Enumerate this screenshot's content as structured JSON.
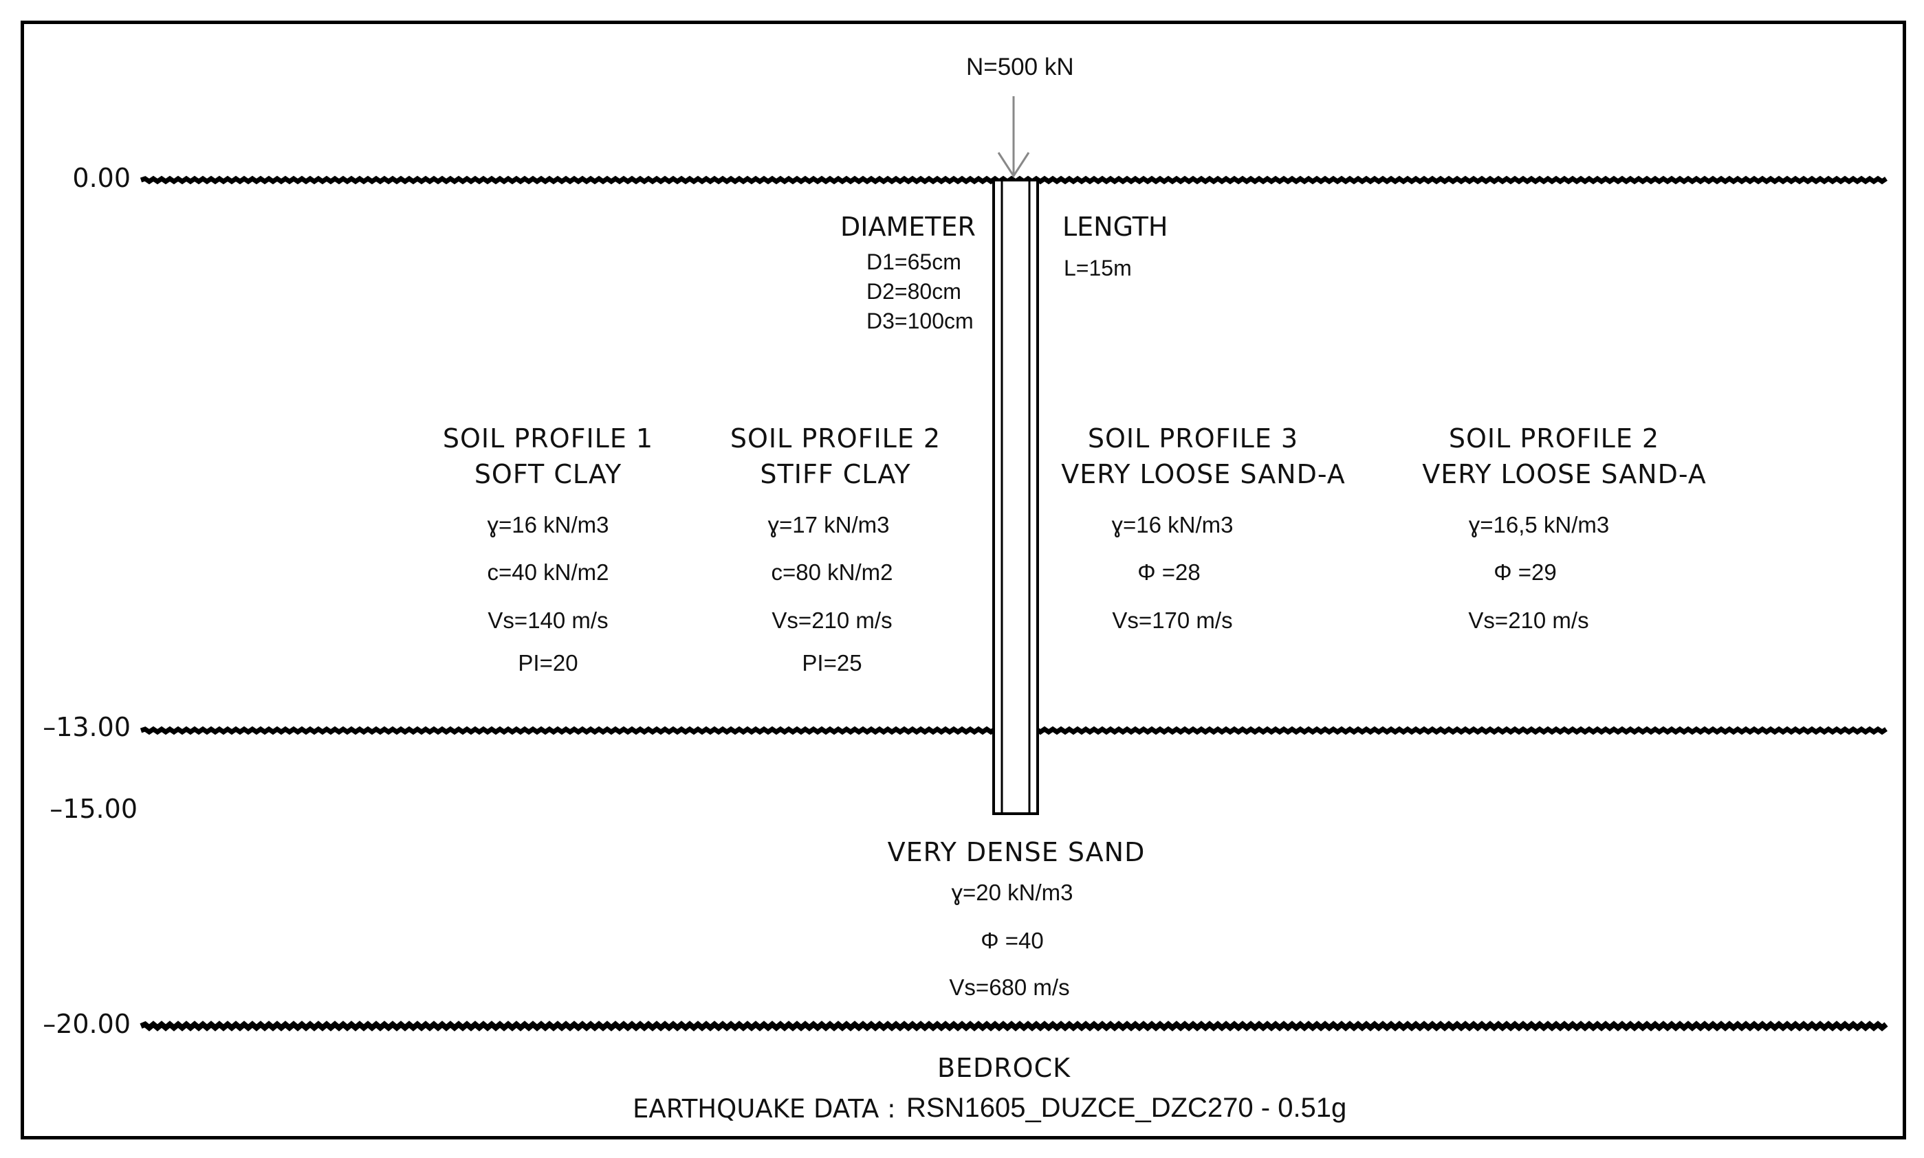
{
  "load": {
    "label": "N=500 kN"
  },
  "depths": [
    {
      "label": "0.00",
      "value": 0.0
    },
    {
      "label": "–13.00",
      "value": -13.0
    },
    {
      "label": "–15.00",
      "value": -15.0
    },
    {
      "label": "–20.00",
      "value": -20.0
    }
  ],
  "pile": {
    "diameter_title": "DIAMETER",
    "diameters": [
      "D1=65cm",
      "D2=80cm",
      "D3=100cm"
    ],
    "length_title": "LENGTH",
    "length": "L=15m"
  },
  "profiles": [
    {
      "title": "SOIL PROFILE 1",
      "type": "SOFT CLAY",
      "props": [
        "ɣ=16 kN/m3",
        "c=40 kN/m2",
        "Vs=140 m/s",
        "PI=20"
      ]
    },
    {
      "title": "SOIL PROFILE 2",
      "type": "STIFF CLAY",
      "props": [
        "ɣ=17 kN/m3",
        "c=80 kN/m2",
        "Vs=210 m/s",
        "PI=25"
      ]
    },
    {
      "title": "SOIL PROFILE 3",
      "type": "VERY LOOSE SAND-A",
      "props": [
        "ɣ=16 kN/m3",
        "Φ =28",
        "Vs=170 m/s"
      ]
    },
    {
      "title": "SOIL PROFILE 2",
      "type": "VERY LOOSE SAND-A",
      "props": [
        "ɣ=16,5 kN/m3",
        "Φ =29",
        "Vs=210 m/s"
      ]
    }
  ],
  "dense_layer": {
    "title": "VERY DENSE SAND",
    "props": [
      "ɣ=20 kN/m3",
      "Φ =40",
      "Vs=680 m/s"
    ]
  },
  "bedrock": {
    "title": "BEDROCK",
    "eq_label": "EARTHQUAKE DATA :",
    "eq_value": "RSN1605_DUZCE_DZC270 - 0.51g"
  },
  "colors": {
    "line": "#000000",
    "arrow": "#888888",
    "text": "#111111"
  }
}
